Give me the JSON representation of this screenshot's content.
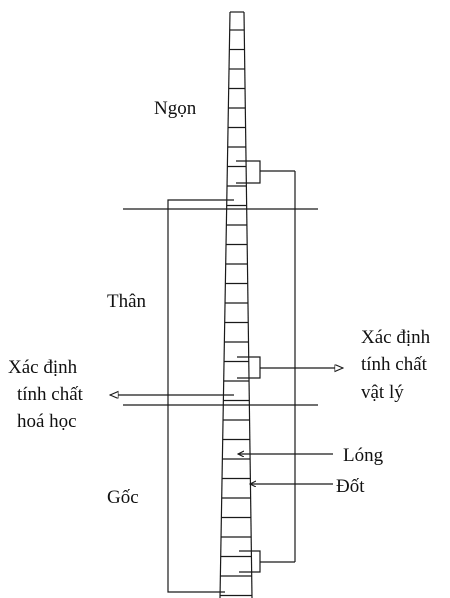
{
  "labels": {
    "top": "Ngọn",
    "middle": "Thân",
    "bottom": "Gốc",
    "physical": [
      "Xác định",
      "tính chất",
      "vật lý"
    ],
    "chemical": [
      "Xác định",
      "tính chất",
      "hoá học"
    ],
    "internode": "Lóng",
    "node": "Đốt"
  },
  "colors": {
    "line": "#1a1a1a",
    "text": "#111111"
  }
}
